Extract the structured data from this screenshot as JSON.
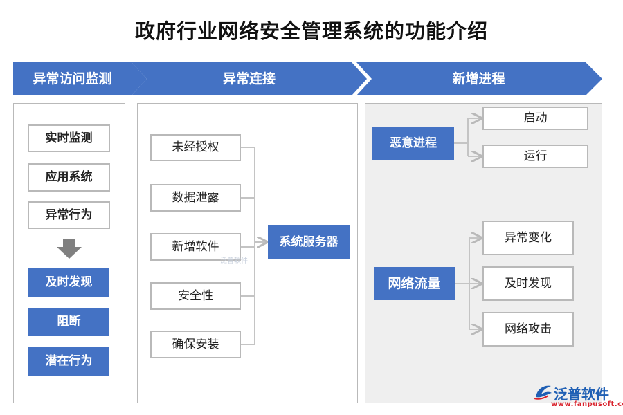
{
  "title": "政府行业网络安全管理系统的功能介绍",
  "colors": {
    "accent": "#4472c4",
    "border": "#b9b9b9",
    "panel_grey": "#efefef"
  },
  "banners": [
    "异常访问监测",
    "异常连接",
    "新增进程"
  ],
  "col1": {
    "outlined": [
      "实时监测",
      "应用系统",
      "异常行为"
    ],
    "arrow_icon": "down-arrow-icon",
    "filled": [
      "及时发现",
      "阻断",
      "潜在行为"
    ]
  },
  "col2": {
    "sources": [
      "未经授权",
      "数据泄露",
      "新增软件",
      "安全性",
      "确保安装"
    ],
    "target": "系统服务器"
  },
  "col3": {
    "process": {
      "label": "恶意进程",
      "children": [
        "启动",
        "运行"
      ]
    },
    "traffic": {
      "label": "网络流量",
      "children": [
        "异常变化",
        "及时发现",
        "网络攻击"
      ]
    }
  },
  "watermark": "泛普软件",
  "logo": {
    "name": "泛普软件",
    "url": "www.fanpusoft.com",
    "icon": "fanpu-logo-icon"
  }
}
